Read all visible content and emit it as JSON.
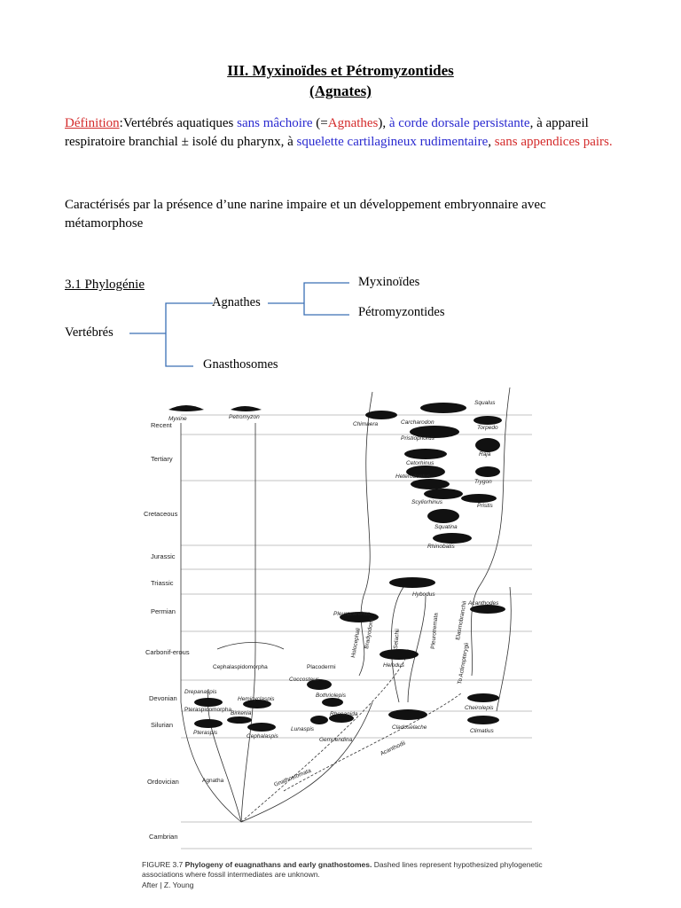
{
  "doc": {
    "title_line1": "III. Myxinoïdes et Pétromyzontides",
    "title_line2": "(Agnates)",
    "definition": {
      "label": "Définition",
      "colon": ":",
      "t1": "Vertébrés aquatiques ",
      "b1": "sans mâchoire",
      "t2": " (=",
      "r1": "Agnathes",
      "t3": "), ",
      "b2": "à corde dorsale persistante",
      "t4": ", à appareil respiratoire branchial ± isolé du pharynx, à ",
      "b3": "squelette cartilagineux rudimentaire",
      "t5": ", ",
      "r2": "sans appendices pairs."
    },
    "characterization": "Caractérisés par la présence d’une narine impaire et un développement embryonnaire avec métamorphose",
    "section_heading": "3.1 Phylogénie",
    "tree": {
      "root": "Vertébrés",
      "agnathes": "Agnathes",
      "gnathostomes": "Gnasthosomes",
      "myxinoides": "Myxinoïdes",
      "petromyzontides": "Pétromyzontides"
    }
  },
  "figure": {
    "periods": [
      "Recent",
      "Tertiary",
      "Cretaceous",
      "Jurassic",
      "Triassic",
      "Permian",
      "Carbonif-erous",
      "Devonian",
      "Silurian",
      "Ordovician",
      "Cambrian"
    ],
    "taxa": {
      "myxine": "Myxine",
      "petromyzon": "Petromyzon",
      "cephalaspidomorpha": "Cephalaspidomorpha",
      "pteraspidomorpha": "Pteraspidomorpha",
      "drepanaspis": "Drepanaspis",
      "hemicyclaspis": "Hemicyclaspis",
      "birkenia": "Birkenia",
      "pteraspis": "Pteraspis",
      "cephalaspis": "Cephalaspis",
      "agnatha": "Agnatha",
      "placodermi": "Placodermi",
      "coccosteus": "Coccosteus",
      "bothriolepis": "Bothriolepis",
      "lunaspis": "Lunaspis",
      "rhenanida": "Rhenanida",
      "gemuendina": "Gemuendina",
      "gnathostomata": "Gnathostomata",
      "acanthodii": "Acanthodii",
      "chimaera": "Chimaera",
      "carcharodon": "Carcharodon",
      "squalus": "Squalus",
      "torpedo": "Torpedo",
      "pristiophorus": "Pristiophorus",
      "raja": "Raja",
      "cetorhinus": "Cetorhinus",
      "heterodontus": "Heterodontus",
      "trygon": "Trygon",
      "scyliorhinus": "Scyliorhinus",
      "pristis": "Pristis",
      "squatina": "Squatina",
      "rhinobatis": "Rhinobatis",
      "hybodus": "Hybodus",
      "pleuracanthus": "Pleuracanthus",
      "cladoselache": "Cladoselache",
      "helodus": "Helodus",
      "cheirolepis": "Cheirolepis",
      "climatius": "Climatius",
      "acanthodes": "Acanthodes",
      "elasmobranchii": "Elasmobranchii",
      "holocephali": "Holocephali",
      "bradyodonti": "Bradyodonti",
      "selachii": "Selachii",
      "pleurotremata": "Pleurotremata",
      "to_actinopterygii": "To Actinopterygii"
    },
    "caption_label": "FIGURE 3.7",
    "caption_bold": "Phylogeny of euagnathans and early gnathostomes.",
    "caption_line1": "Dashed lines represent hypothesized phylogenetic",
    "caption_line2": "associations where fossil intermediates are unknown.",
    "credit": "After | Z. Young"
  }
}
